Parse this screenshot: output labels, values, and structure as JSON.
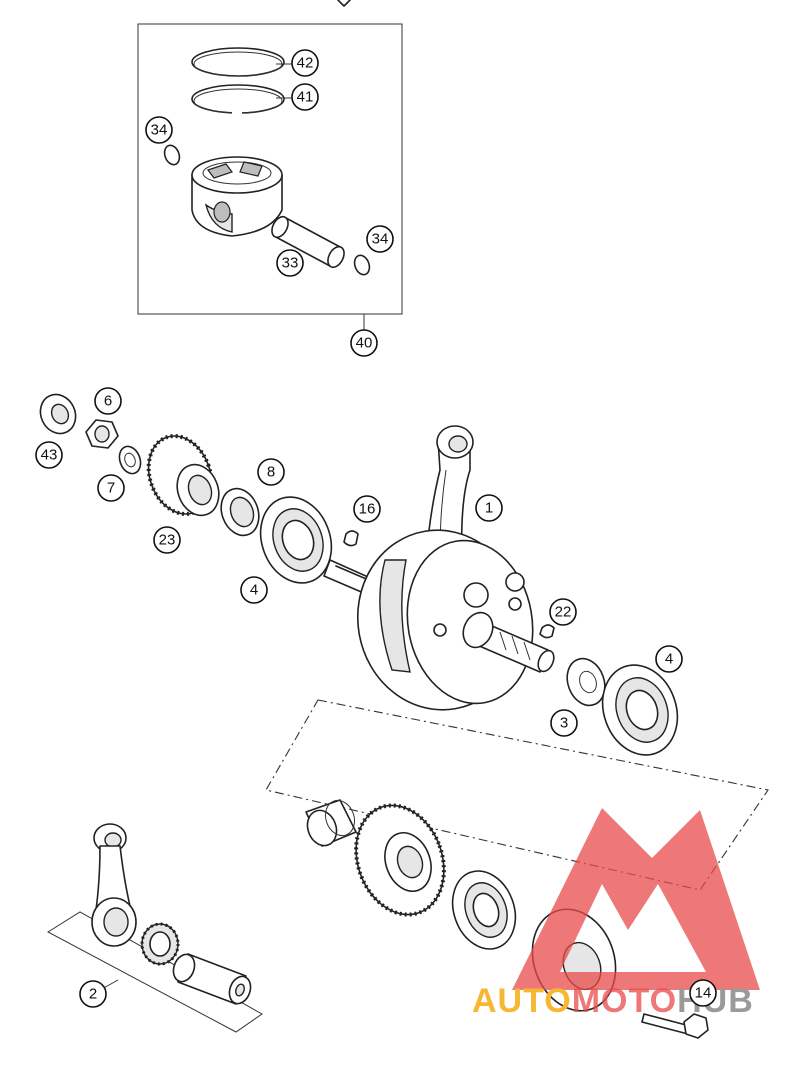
{
  "callouts": [
    {
      "id": "c42",
      "label": "42"
    },
    {
      "id": "c41",
      "label": "41"
    },
    {
      "id": "c34a",
      "label": "34"
    },
    {
      "id": "c34b",
      "label": "34"
    },
    {
      "id": "c33",
      "label": "33"
    },
    {
      "id": "c40",
      "label": "40"
    },
    {
      "id": "c6",
      "label": "6"
    },
    {
      "id": "c43",
      "label": "43"
    },
    {
      "id": "c7",
      "label": "7"
    },
    {
      "id": "c23",
      "label": "23"
    },
    {
      "id": "c8",
      "label": "8"
    },
    {
      "id": "c16",
      "label": "16"
    },
    {
      "id": "c1",
      "label": "1"
    },
    {
      "id": "c4a",
      "label": "4"
    },
    {
      "id": "c22",
      "label": "22"
    },
    {
      "id": "c4b",
      "label": "4"
    },
    {
      "id": "c3",
      "label": "3"
    },
    {
      "id": "c2",
      "label": "2"
    },
    {
      "id": "c14",
      "label": "14"
    }
  ],
  "watermark": {
    "part1": "AUTO",
    "part2": "MOTO",
    "part3": "HUB",
    "color_orange": "#f7b733",
    "color_red": "#e84a4a",
    "color_grey": "#9a9a9a"
  }
}
